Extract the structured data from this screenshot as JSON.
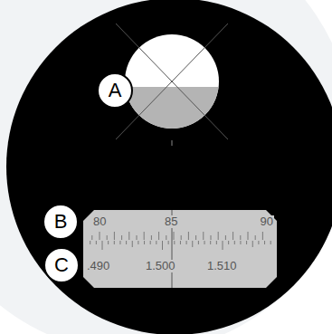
{
  "diagram": {
    "nodes": [
      {
        "text": [
          "A"
        ]
      },
      {
        "text": [
          "B"
        ]
      },
      {
        "text": [
          "80",
          "85",
          "90",
          ".490",
          "1.500",
          "1.510"
        ]
      },
      {
        "text": [
          "C"
        ]
      }
    ]
  }
}
